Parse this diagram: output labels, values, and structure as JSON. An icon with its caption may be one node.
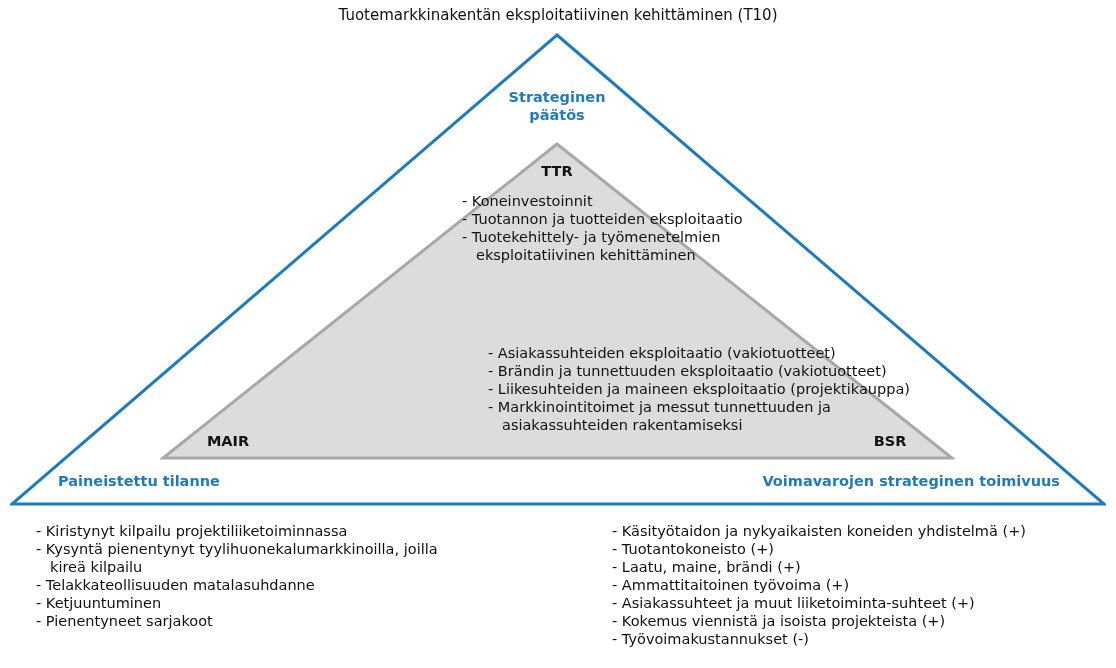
{
  "diagram": {
    "title": "Tuotemarkkinakentän eksploitatiivinen kehittäminen (T10)",
    "nodes": [
      {
        "text": [
          "Strateginen päätös",
          "Paineistettu tilanne",
          "Voimavarojen strateginen toimivuus"
        ]
      },
      {
        "text": [
          "TTR",
          "- Koneinvestoinnit",
          "- Tuotannon ja tuotteiden eksploitaatio",
          "- Tuotekehittely- ja työmenetelmien eksploitatiivinen kehittäminen",
          "- Asiakassuhteiden eksploitaatio (vakiotuotteet)",
          "- Brändin ja tunnettuuden eksploitaatio (vakiotuotteet)",
          "- Liikesuhteiden ja maineen eksploitaatio (projektikauppa)",
          "- Markkinointitoimet ja messut tunnettuuden ja asiakassuhteiden rakentamiseksi",
          "MAIR",
          "BSR"
        ],
        "in": 0
      }
    ],
    "labels": [
      "- Kiristynyt kilpailu projektiliiketoiminnassa",
      "- Kysyntä pienentynyt tyylihuonekalumarkkinoilla, joilla kireä kilpailu",
      "- Telakkateollisuuden matalasuhdanne",
      "- Ketjuuntuminen",
      "- Pienentyneet sarjakoot",
      "- Käsityötaidon ja nykyaikaisten koneiden yhdistelmä (+)",
      "- Tuotantokoneisto (+)",
      "- Laatu, maine, brändi (+)",
      "- Ammattitaitoinen työvoima (+)",
      "- Asiakassuhteet ja muut liiketoiminta-suhteet (+)",
      "- Kokemus viennistä ja isoista projekteista (+)",
      "- Työvoimakustannukset (-)"
    ]
  }
}
